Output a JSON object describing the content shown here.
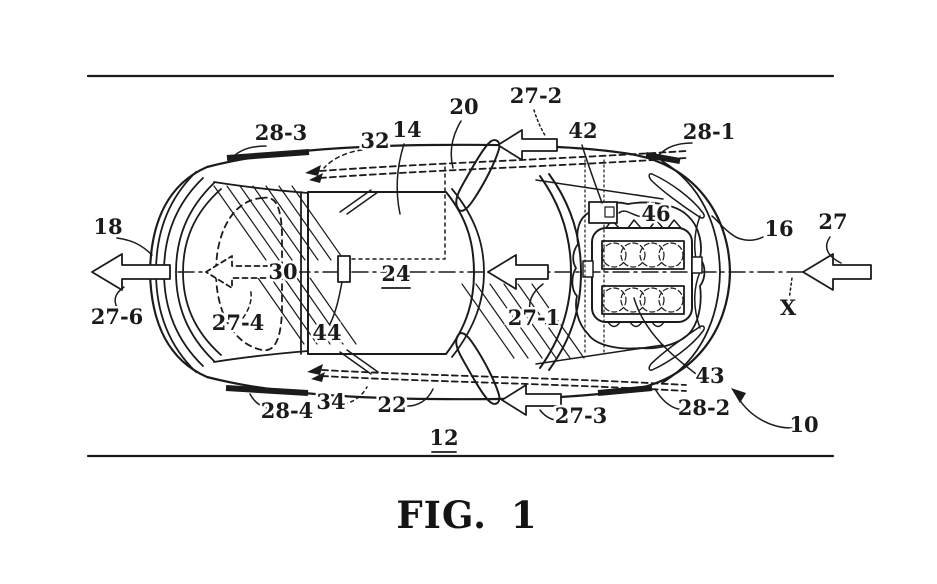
{
  "figure": {
    "caption": "FIG. 1",
    "paper_color": "#ffffff",
    "ink_color": "#1b1b1b",
    "description": "Patent line drawing, top plan view of a sports car with airflow arrows and reference numerals",
    "labels": [
      {
        "ref": "28-3",
        "text": "28-3"
      },
      {
        "ref": "32",
        "text": "32"
      },
      {
        "ref": "14",
        "text": "14"
      },
      {
        "ref": "20",
        "text": "20"
      },
      {
        "ref": "27-2",
        "text": "27-2"
      },
      {
        "ref": "42",
        "text": "42"
      },
      {
        "ref": "28-1",
        "text": "28-1"
      },
      {
        "ref": "18",
        "text": "18"
      },
      {
        "ref": "16",
        "text": "16"
      },
      {
        "ref": "27",
        "text": "27"
      },
      {
        "ref": "30",
        "text": "30"
      },
      {
        "ref": "24",
        "text": "24",
        "underlined": true
      },
      {
        "ref": "27-1",
        "text": "27-1"
      },
      {
        "ref": "46",
        "text": "46"
      },
      {
        "ref": "X",
        "text": "X"
      },
      {
        "ref": "27-6",
        "text": "27-6"
      },
      {
        "ref": "27-4",
        "text": "27-4"
      },
      {
        "ref": "44",
        "text": "44"
      },
      {
        "ref": "43",
        "text": "43"
      },
      {
        "ref": "28-4",
        "text": "28-4"
      },
      {
        "ref": "34",
        "text": "34"
      },
      {
        "ref": "22",
        "text": "22"
      },
      {
        "ref": "27-3",
        "text": "27-3"
      },
      {
        "ref": "28-2",
        "text": "28-2"
      },
      {
        "ref": "10",
        "text": "10"
      },
      {
        "ref": "12",
        "text": "12",
        "underlined": true
      }
    ]
  }
}
